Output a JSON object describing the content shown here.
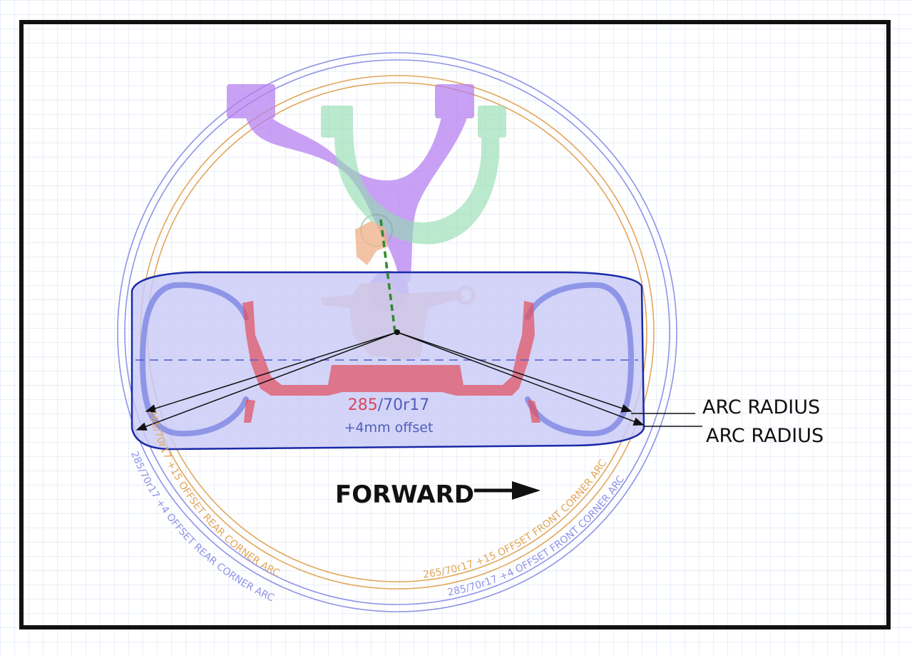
{
  "tire": {
    "size_prefix": "285",
    "size_suffix": "/70r17",
    "offset": "+4mm offset"
  },
  "callouts": {
    "arc_radius_1": "ARC RADIUS",
    "arc_radius_2": "ARC RADIUS"
  },
  "direction": {
    "label": "FORWARD"
  },
  "arcs": {
    "rear_265": "265/70r17 +15 OFFSET REAR CORNER ARC",
    "rear_285": "285/70r17 +4 OFFSET REAR CORNER ARC",
    "front_265": "265/70r17 +15 OFFSET FRONT CORNER ARC",
    "front_285": "285/70r17 +4 OFFSET FRONT CORNER ARC"
  },
  "colors": {
    "blue_arc": "#8e93e6",
    "orange_arc": "#e2a65a",
    "tire_fill": "#c9cbf7",
    "tire_outline": "#1b2aa8",
    "wheel_red": "#e05061",
    "upper_arm_purple": "#b57ef0",
    "lower_arm_green": "#8fdcae",
    "knuckle_orange": "#efb28c",
    "grid": "#dbe4f3",
    "size_red": "#d9465a",
    "size_blue": "#4f5fb8"
  }
}
